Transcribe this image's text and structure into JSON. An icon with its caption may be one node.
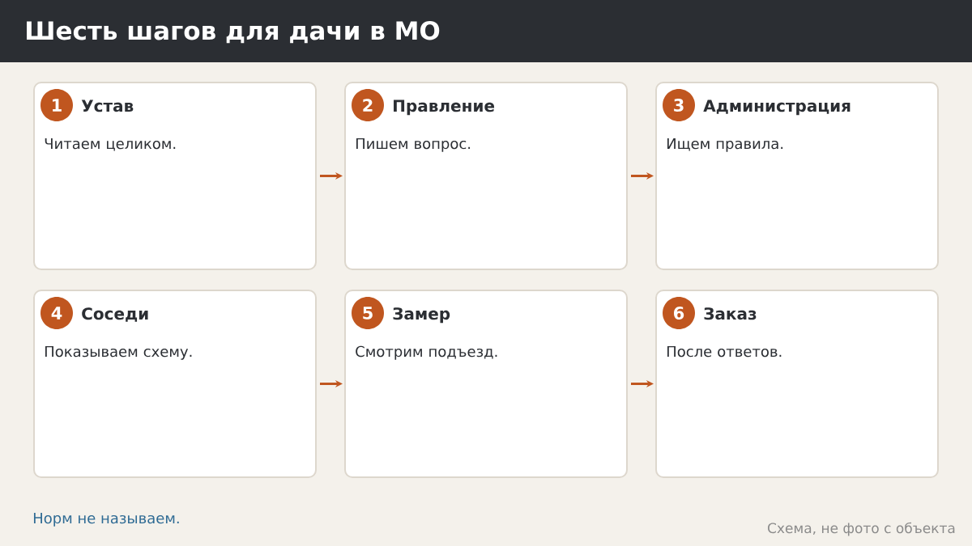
{
  "diagram": {
    "title": "Шесть шагов для дачи в МО",
    "nodes": [
      {
        "text": [
          "Устав",
          "Читаем целиком."
        ]
      },
      {
        "text": [
          "1"
        ],
        "in": 0
      },
      {
        "text": [
          "Правление",
          "Пишем вопрос."
        ]
      },
      {
        "text": [
          "2"
        ],
        "in": 2
      },
      {
        "text": [
          "Администрация",
          "Ищем правила."
        ]
      },
      {
        "text": [
          "3"
        ],
        "in": 4
      },
      {
        "text": [
          "Соседи",
          "Показываем схему."
        ]
      },
      {
        "text": [
          "4"
        ],
        "in": 6
      },
      {
        "text": [
          "Замер",
          "Смотрим подъезд."
        ]
      },
      {
        "text": [
          "5"
        ],
        "in": 8
      },
      {
        "text": [
          "Заказ",
          "После ответов."
        ]
      },
      {
        "text": [
          "6"
        ],
        "in": 10
      }
    ],
    "edges": [
      {
        "from": 0,
        "to": 2,
        "arrow": "to"
      },
      {
        "from": 2,
        "to": 4,
        "arrow": "to"
      },
      {
        "from": 6,
        "to": 8,
        "arrow": "to"
      },
      {
        "from": 8,
        "to": 10,
        "arrow": "to"
      }
    ],
    "labels": [
      "Норм не называем.",
      "Схема, не фото с объекта"
    ]
  }
}
